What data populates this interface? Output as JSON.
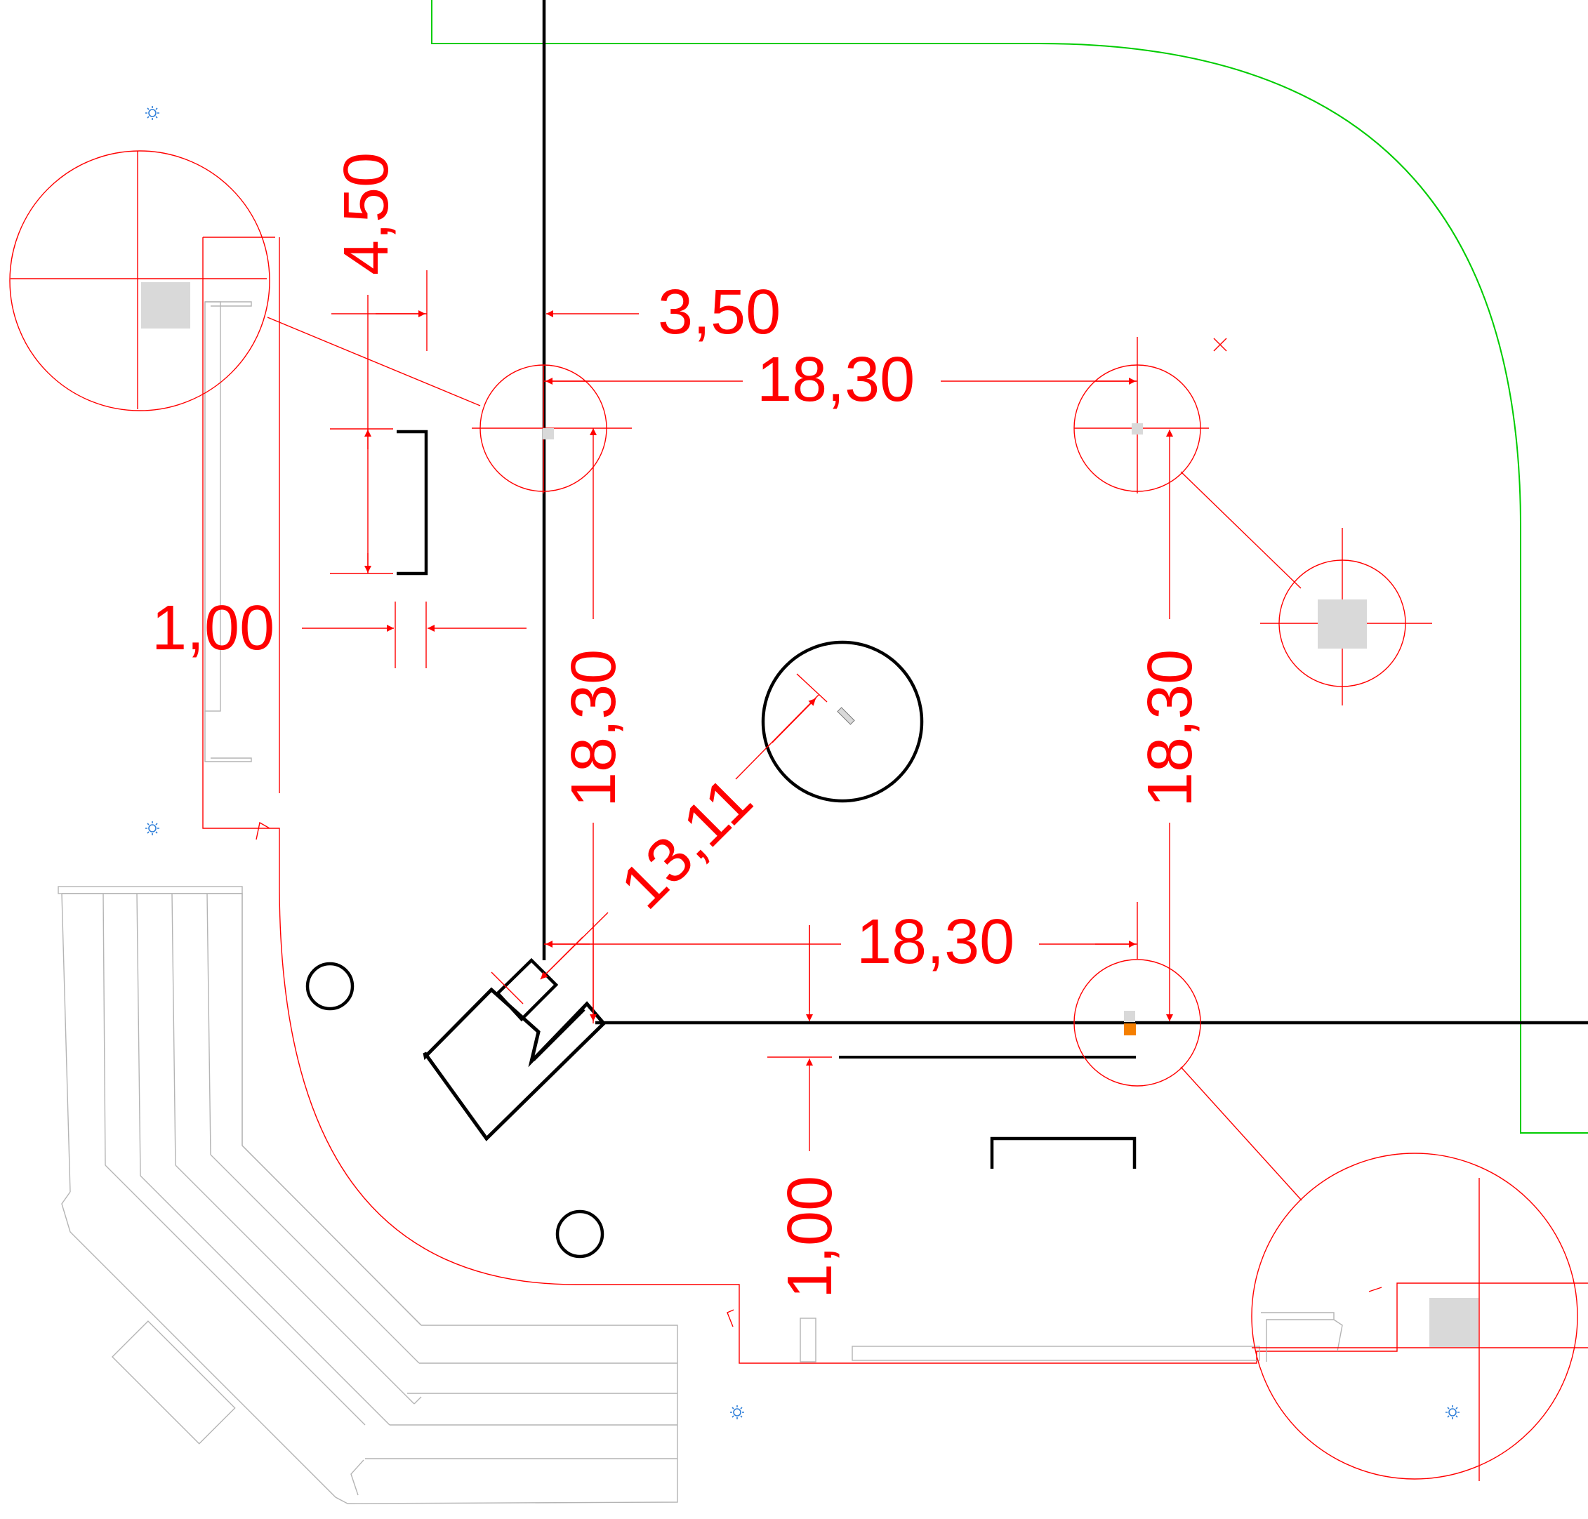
{
  "colors": {
    "background": "#ffffff",
    "dimension": "#ff0000",
    "structure": "#000000",
    "boundary": "#00cc00",
    "fixtures": "#b4b4b4",
    "marker_fill": "#d9d9d9",
    "accent": "#f57f00",
    "light_symbol": "#2f7fd9"
  },
  "dimensions": {
    "bay_depth": "4,50",
    "offset_right": "3,50",
    "top_span": "18,30",
    "left_gap": "1,00",
    "left_span": "18,30",
    "right_span": "18,30",
    "diagonal": "13,11",
    "bottom_span": "18,30",
    "bottom_gap": "1,00"
  },
  "icons": {
    "light_fixture": "sun-icon",
    "crosshair": "crosshair-icon",
    "x_marker": "x-mark-icon"
  }
}
